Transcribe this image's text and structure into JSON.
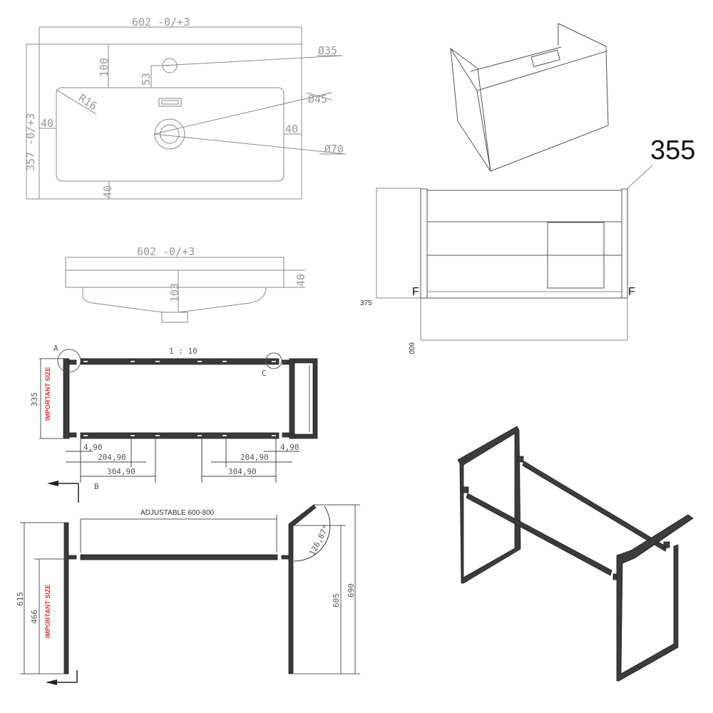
{
  "basin_top_view": {
    "width_label": "602 -0/+3",
    "depth_label": "357 -0/+3",
    "tap_offset_label": "100",
    "tap_center_label": "53",
    "corner_radius_label": "R16",
    "left_margin_label": "40",
    "right_margin_label": "40",
    "bottom_margin_label": "40",
    "tap_hole_label": "Ø35",
    "drain_inner_label": "Ø45",
    "drain_outer_label": "Ø70"
  },
  "basin_side_view": {
    "width_label": "602 -0/+3",
    "thickness_label": "40",
    "depth_label": "103"
  },
  "cabinet": {
    "callout_label": "355",
    "height_label": "375",
    "width_label": "600",
    "left_marker": "F",
    "right_marker": "F"
  },
  "frame_top_view": {
    "scale_label": "1 : 10",
    "detail_a": "A",
    "detail_b": "B",
    "detail_c": "C",
    "depth_label": "335",
    "important_label": "IMPORTANT SIZE",
    "dims": [
      "4,90",
      "204,90",
      "304,90",
      "204,90",
      "304,90",
      "4,90"
    ]
  },
  "frame_front_view": {
    "adjustable_label": "ADJUSTABLE 600-800",
    "left_total_label": "615",
    "left_rail_label": "466",
    "important_label": "IMPORTANT SIZE",
    "angle_label": "126,87°",
    "right_inner_label": "605",
    "right_total_label": "690"
  }
}
